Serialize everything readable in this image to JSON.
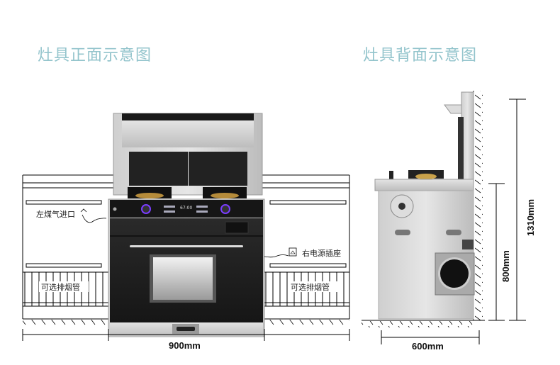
{
  "front": {
    "title": "灶具正面示意图",
    "gas_inlet_label": "左煤气进口",
    "power_socket_label": "右电源插座",
    "left_pipe_label": "可选排烟管",
    "right_pipe_label": "可选排烟管",
    "width_dim": "900mm",
    "display_time": "67:00"
  },
  "back": {
    "title": "灶具背面示意图",
    "depth_dim": "600mm",
    "counter_height_dim": "800mm",
    "total_height_dim": "1310mm"
  },
  "colors": {
    "title": "#93c4cc",
    "stainless": "#c8c8c8",
    "glass": "#1e1e1e",
    "knob_ring": "#7a3cff"
  }
}
